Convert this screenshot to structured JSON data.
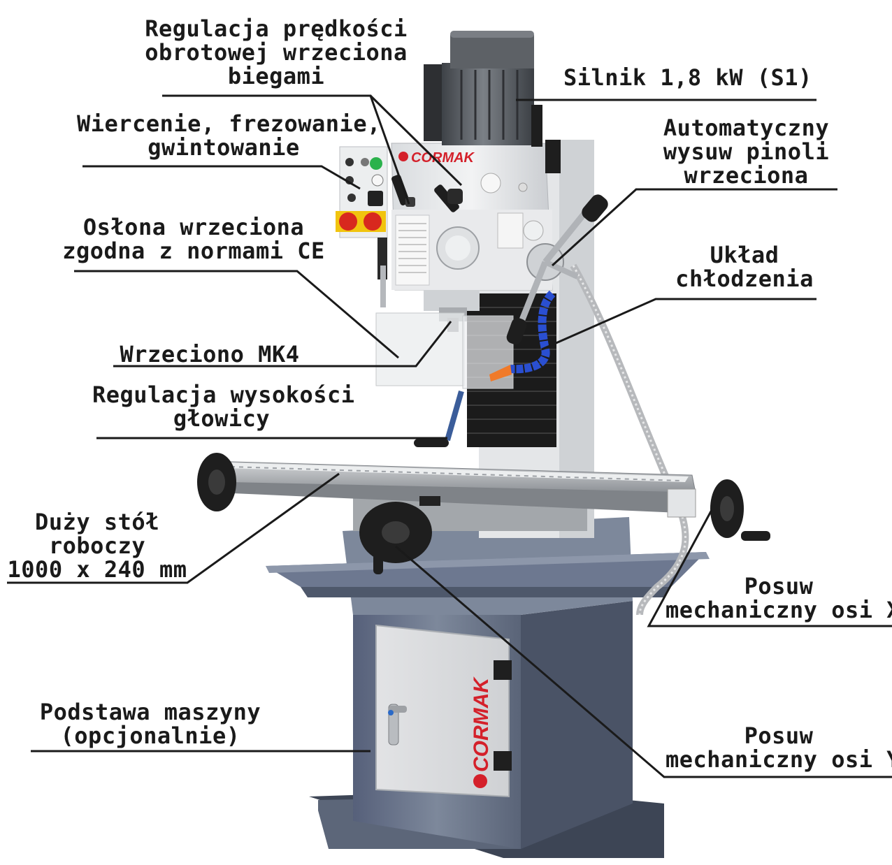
{
  "labels": {
    "speed": [
      "Regulacja prędkości",
      "obrotowej wrzeciona",
      "biegami"
    ],
    "motor": [
      "Silnik 1,8 kW (S1)"
    ],
    "drilling": [
      "Wiercenie, frezowanie,",
      "gwintowanie"
    ],
    "autofeed": [
      "Automatyczny",
      "wysuw pinoli",
      "wrzeciona"
    ],
    "guard": [
      "Osłona wrzeciona",
      "zgodna z normami CE"
    ],
    "cooling": [
      "Układ",
      "chłodzenia"
    ],
    "spindle": [
      "Wrzeciono MK4"
    ],
    "height": [
      "Regulacja wysokości",
      "głowicy"
    ],
    "table": [
      "Duży stół",
      "roboczy",
      "1000 x 240 mm"
    ],
    "xfeed": [
      "Posuw",
      "mechaniczny osi X"
    ],
    "base": [
      "Podstawa maszyny",
      "(opcjonalnie)"
    ],
    "yfeed": [
      "Posuw",
      "mechaniczny osi Y"
    ]
  },
  "brand": {
    "name": "CORMAK",
    "head_text": "CORMAK",
    "cabinet_text": "CORMAK"
  },
  "colors": {
    "body_gray": "#e6e8ea",
    "base_blue": "#6f7b8f",
    "base_dark": "#4e5869",
    "black": "#1c1c1c",
    "motor": "#5d6166",
    "brand_red": "#d4202a",
    "coolant_blue": "#2a4fd1",
    "accent_orange": "#f07a2a",
    "stop_red": "#d8281e",
    "stop_yellow": "#f1c40f",
    "button_green": "#2bb24c"
  }
}
